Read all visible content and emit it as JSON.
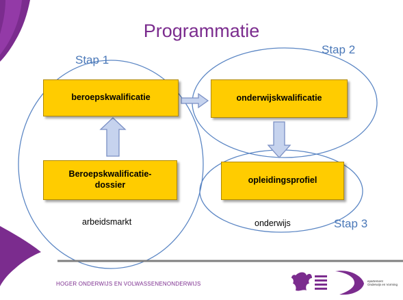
{
  "title": "Programmatie",
  "steps": {
    "stap1": "Stap 1",
    "stap2": "Stap 2",
    "stap3": "Stap 3"
  },
  "boxes": {
    "beroepskwalificatie": "beroepskwalificatie",
    "onderwijskwalificatie": "onderwijskwalificatie",
    "dossier": "Beroepskwalificatie-\ndossier",
    "opleidingsprofiel": "opleidingsprofiel"
  },
  "labels": {
    "arbeidsmarkt": "arbeidsmarkt",
    "onderwijs": "onderwijs"
  },
  "footer": {
    "text": "HOGER ONDERWIJS EN VOLWASSENENONDERWIJS",
    "logo_text": "epartement\nOnderwijs en Vorming"
  },
  "colors": {
    "purple": "#7b2c8e",
    "box_fill": "#ffcc00",
    "circle": "#5b86c4",
    "arrow_fill": "#c6d3ee",
    "arrow_stroke": "#7a8fc4"
  }
}
